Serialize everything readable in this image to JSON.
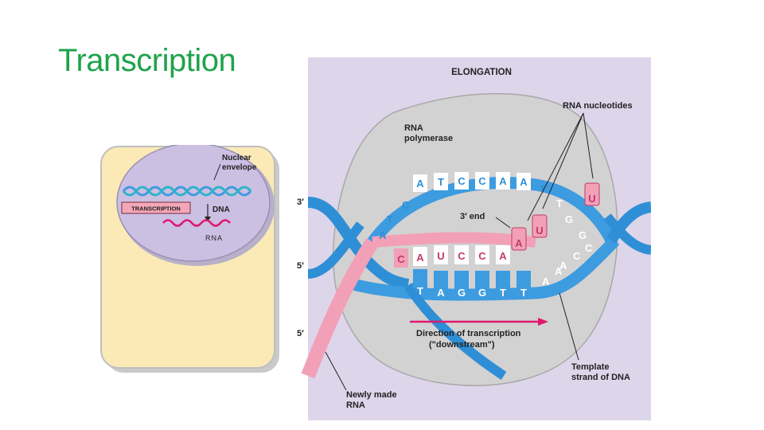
{
  "slide": {
    "title": "Transcription"
  },
  "cell_panel": {
    "nuclear_envelope_label": [
      "Nuclear",
      "envelope"
    ],
    "transcription_tag": "TRANSCRIPTION",
    "dna_label": "DNA",
    "rna_label": "RNA"
  },
  "elongation_panel": {
    "header": "ELONGATION",
    "rna_nucleotides": "RNA nucleotides",
    "rna_polymerase": [
      "RNA",
      "polymerase"
    ],
    "three_prime_end": "3′ end",
    "strand_end_top": "3′",
    "strand_end_middle": "5′",
    "strand_end_bottom": "5′",
    "direction": [
      "Direction of transcription",
      "(\"downstream\")"
    ],
    "template_strand": [
      "Template",
      "strand of DNA"
    ],
    "newly_made_rna": [
      "Newly made",
      "RNA"
    ],
    "coding_bases": [
      "A",
      "T",
      "C",
      "C",
      "A",
      "A"
    ],
    "rna_bases": [
      "C",
      "A",
      "U",
      "C",
      "C",
      "A"
    ],
    "template_bases": [
      "T",
      "A",
      "G",
      "G",
      "T",
      "T"
    ],
    "left_coil_bases": [
      "A",
      "T",
      "C"
    ],
    "right_coil_bases": [
      "T",
      "T",
      "G",
      "G",
      "A",
      "C",
      "C"
    ],
    "template_right_bases": [
      "A",
      "A"
    ],
    "free_nucleotides": [
      "A",
      "U",
      "U"
    ]
  },
  "colors": {
    "title": "#1fa34a",
    "panel_bg": "#ddd5ea",
    "polymerase": "#d2d2d2",
    "dna_blue": "#3d9be0",
    "rna_pink": "#f2a0b8",
    "arrow": "#e0186e"
  }
}
